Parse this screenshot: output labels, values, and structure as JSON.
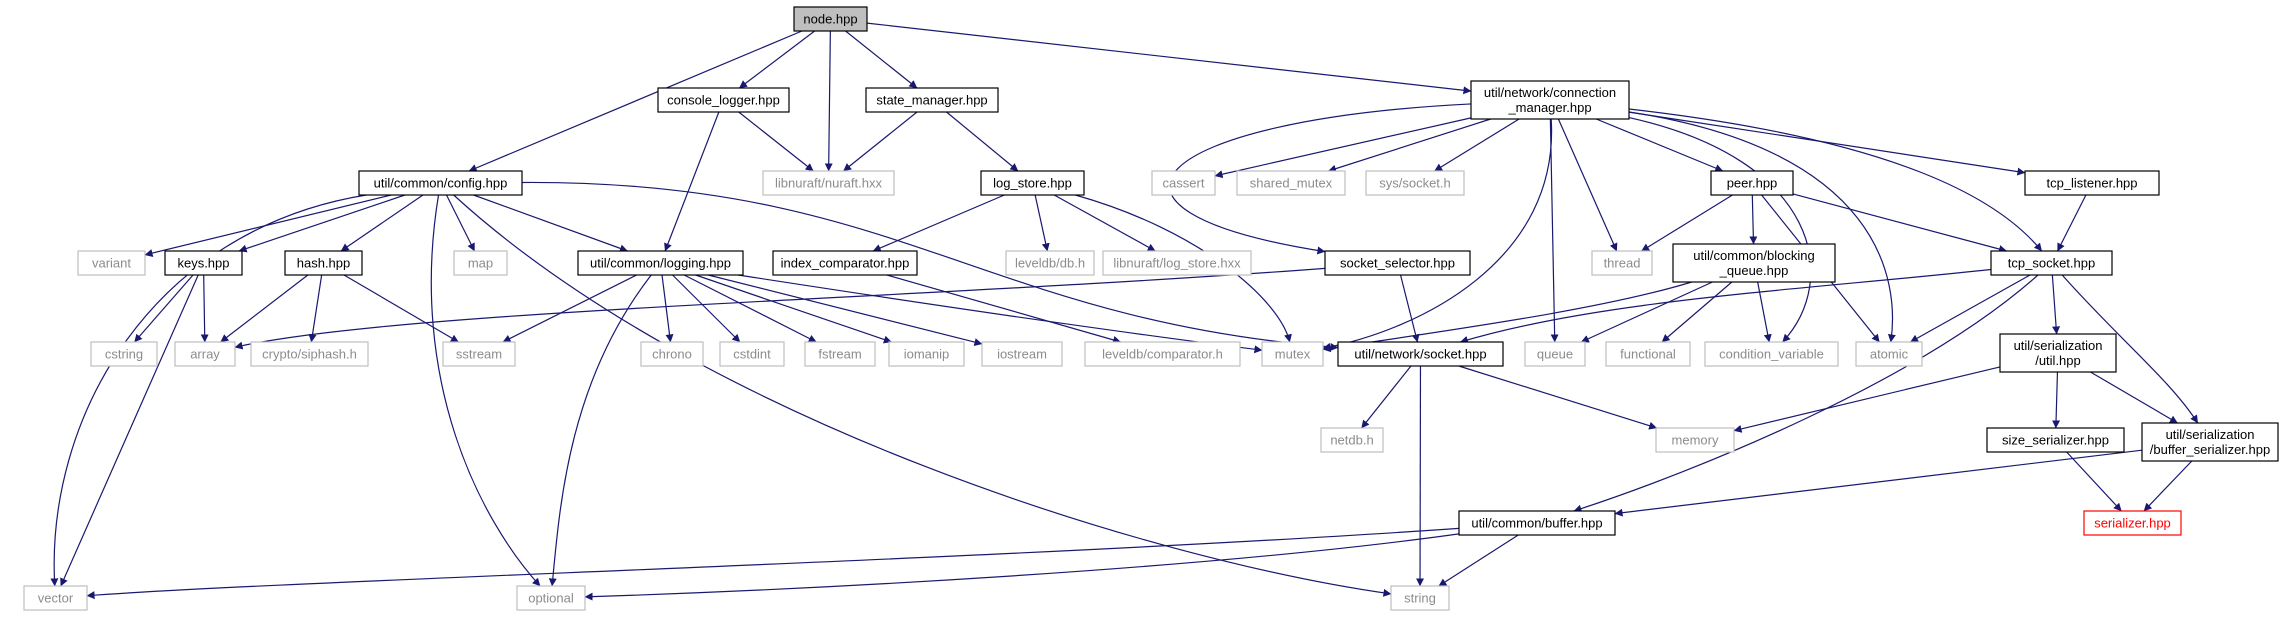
{
  "colors": {
    "edge": "#191970",
    "node_border": "#000000",
    "external_border": "#bfbfbf",
    "external_text": "#8c8c8c",
    "root_fill": "#bfbfbf",
    "highlight_border": "#ff0000",
    "highlight_text": "#ff0000",
    "background": "#ffffff"
  },
  "nodes": [
    {
      "id": "node_hpp",
      "label": "node.hpp",
      "kind": "root"
    },
    {
      "id": "console_logger",
      "label": "console_logger.hpp",
      "kind": "internal"
    },
    {
      "id": "state_manager",
      "label": "state_manager.hpp",
      "kind": "internal"
    },
    {
      "id": "connection_manager",
      "label": "util/network/connection\n_manager.hpp",
      "kind": "internal"
    },
    {
      "id": "config",
      "label": "util/common/config.hpp",
      "kind": "internal"
    },
    {
      "id": "nuraft",
      "label": "libnuraft/nuraft.hxx",
      "kind": "external"
    },
    {
      "id": "log_store",
      "label": "log_store.hpp",
      "kind": "internal"
    },
    {
      "id": "cassert",
      "label": "cassert",
      "kind": "external"
    },
    {
      "id": "shared_mutex",
      "label": "shared_mutex",
      "kind": "external"
    },
    {
      "id": "sys_socket",
      "label": "sys/socket.h",
      "kind": "external"
    },
    {
      "id": "peer",
      "label": "peer.hpp",
      "kind": "internal"
    },
    {
      "id": "tcp_listener",
      "label": "tcp_listener.hpp",
      "kind": "internal"
    },
    {
      "id": "variant",
      "label": "variant",
      "kind": "external"
    },
    {
      "id": "keys",
      "label": "keys.hpp",
      "kind": "internal"
    },
    {
      "id": "hash",
      "label": "hash.hpp",
      "kind": "internal"
    },
    {
      "id": "map",
      "label": "map",
      "kind": "external"
    },
    {
      "id": "logging",
      "label": "util/common/logging.hpp",
      "kind": "internal"
    },
    {
      "id": "index_comparator",
      "label": "index_comparator.hpp",
      "kind": "internal"
    },
    {
      "id": "leveldb_db",
      "label": "leveldb/db.h",
      "kind": "external"
    },
    {
      "id": "libnuraft_log_store",
      "label": "libnuraft/log_store.hxx",
      "kind": "external"
    },
    {
      "id": "socket_selector",
      "label": "socket_selector.hpp",
      "kind": "internal"
    },
    {
      "id": "thread",
      "label": "thread",
      "kind": "external"
    },
    {
      "id": "blocking_queue",
      "label": "util/common/blocking\n_queue.hpp",
      "kind": "internal"
    },
    {
      "id": "tcp_socket",
      "label": "tcp_socket.hpp",
      "kind": "internal"
    },
    {
      "id": "cstring",
      "label": "cstring",
      "kind": "external"
    },
    {
      "id": "array",
      "label": "array",
      "kind": "external"
    },
    {
      "id": "crypto_siphash",
      "label": "crypto/siphash.h",
      "kind": "external"
    },
    {
      "id": "sstream",
      "label": "sstream",
      "kind": "external"
    },
    {
      "id": "chrono",
      "label": "chrono",
      "kind": "external"
    },
    {
      "id": "cstdint",
      "label": "cstdint",
      "kind": "external"
    },
    {
      "id": "fstream",
      "label": "fstream",
      "kind": "external"
    },
    {
      "id": "iomanip",
      "label": "iomanip",
      "kind": "external"
    },
    {
      "id": "iostream",
      "label": "iostream",
      "kind": "external"
    },
    {
      "id": "leveldb_comparator",
      "label": "leveldb/comparator.h",
      "kind": "external"
    },
    {
      "id": "mutex",
      "label": "mutex",
      "kind": "external"
    },
    {
      "id": "network_socket",
      "label": "util/network/socket.hpp",
      "kind": "internal"
    },
    {
      "id": "queue",
      "label": "queue",
      "kind": "external"
    },
    {
      "id": "functional",
      "label": "functional",
      "kind": "external"
    },
    {
      "id": "condition_variable",
      "label": "condition_variable",
      "kind": "external"
    },
    {
      "id": "atomic",
      "label": "atomic",
      "kind": "external"
    },
    {
      "id": "serialization_util",
      "label": "util/serialization\n/util.hpp",
      "kind": "internal"
    },
    {
      "id": "netdb",
      "label": "netdb.h",
      "kind": "external"
    },
    {
      "id": "memory",
      "label": "memory",
      "kind": "external"
    },
    {
      "id": "size_serializer",
      "label": "size_serializer.hpp",
      "kind": "internal"
    },
    {
      "id": "buffer_serializer",
      "label": "util/serialization\n/buffer_serializer.hpp",
      "kind": "internal"
    },
    {
      "id": "serializer",
      "label": "serializer.hpp",
      "kind": "highlight"
    },
    {
      "id": "buffer",
      "label": "util/common/buffer.hpp",
      "kind": "internal"
    },
    {
      "id": "vector",
      "label": "vector",
      "kind": "external"
    },
    {
      "id": "optional",
      "label": "optional",
      "kind": "external"
    },
    {
      "id": "string",
      "label": "string",
      "kind": "external"
    }
  ],
  "edges": [
    [
      "node_hpp",
      "console_logger"
    ],
    [
      "node_hpp",
      "nuraft"
    ],
    [
      "node_hpp",
      "state_manager"
    ],
    [
      "node_hpp",
      "connection_manager"
    ],
    [
      "node_hpp",
      "config"
    ],
    [
      "console_logger",
      "nuraft"
    ],
    [
      "console_logger",
      "logging"
    ],
    [
      "state_manager",
      "nuraft"
    ],
    [
      "state_manager",
      "log_store"
    ],
    [
      "connection_manager",
      "cassert"
    ],
    [
      "connection_manager",
      "shared_mutex"
    ],
    [
      "connection_manager",
      "sys_socket"
    ],
    [
      "connection_manager",
      "peer"
    ],
    [
      "connection_manager",
      "tcp_listener"
    ],
    [
      "connection_manager",
      "thread"
    ],
    [
      "connection_manager",
      "mutex"
    ],
    [
      "connection_manager",
      "queue"
    ],
    [
      "connection_manager",
      "condition_variable"
    ],
    [
      "connection_manager",
      "atomic"
    ],
    [
      "connection_manager",
      "tcp_socket"
    ],
    [
      "connection_manager",
      "socket_selector"
    ],
    [
      "config",
      "variant"
    ],
    [
      "config",
      "keys"
    ],
    [
      "config",
      "hash"
    ],
    [
      "config",
      "map"
    ],
    [
      "config",
      "logging"
    ],
    [
      "config",
      "vector"
    ],
    [
      "config",
      "optional"
    ],
    [
      "config",
      "string"
    ],
    [
      "config",
      "network_socket"
    ],
    [
      "log_store",
      "index_comparator"
    ],
    [
      "log_store",
      "leveldb_db"
    ],
    [
      "log_store",
      "libnuraft_log_store"
    ],
    [
      "log_store",
      "mutex"
    ],
    [
      "keys",
      "cstring"
    ],
    [
      "keys",
      "array"
    ],
    [
      "keys",
      "vector"
    ],
    [
      "hash",
      "array"
    ],
    [
      "hash",
      "crypto_siphash"
    ],
    [
      "hash",
      "sstream"
    ],
    [
      "logging",
      "sstream"
    ],
    [
      "logging",
      "chrono"
    ],
    [
      "logging",
      "cstdint"
    ],
    [
      "logging",
      "fstream"
    ],
    [
      "logging",
      "iomanip"
    ],
    [
      "logging",
      "iostream"
    ],
    [
      "logging",
      "mutex"
    ],
    [
      "logging",
      "optional"
    ],
    [
      "index_comparator",
      "leveldb_comparator"
    ],
    [
      "socket_selector",
      "array"
    ],
    [
      "socket_selector",
      "network_socket"
    ],
    [
      "peer",
      "thread"
    ],
    [
      "peer",
      "blocking_queue"
    ],
    [
      "peer",
      "tcp_socket"
    ],
    [
      "peer",
      "atomic"
    ],
    [
      "tcp_listener",
      "tcp_socket"
    ],
    [
      "blocking_queue",
      "mutex"
    ],
    [
      "blocking_queue",
      "queue"
    ],
    [
      "blocking_queue",
      "functional"
    ],
    [
      "blocking_queue",
      "condition_variable"
    ],
    [
      "tcp_socket",
      "network_socket"
    ],
    [
      "tcp_socket",
      "atomic"
    ],
    [
      "tcp_socket",
      "serialization_util"
    ],
    [
      "tcp_socket",
      "buffer_serializer"
    ],
    [
      "tcp_socket",
      "buffer"
    ],
    [
      "network_socket",
      "netdb"
    ],
    [
      "network_socket",
      "memory"
    ],
    [
      "network_socket",
      "string"
    ],
    [
      "serialization_util",
      "memory"
    ],
    [
      "serialization_util",
      "size_serializer"
    ],
    [
      "serialization_util",
      "buffer_serializer"
    ],
    [
      "size_serializer",
      "serializer"
    ],
    [
      "buffer_serializer",
      "serializer"
    ],
    [
      "buffer_serializer",
      "buffer"
    ],
    [
      "buffer",
      "vector"
    ],
    [
      "buffer",
      "optional"
    ],
    [
      "buffer",
      "string"
    ]
  ]
}
